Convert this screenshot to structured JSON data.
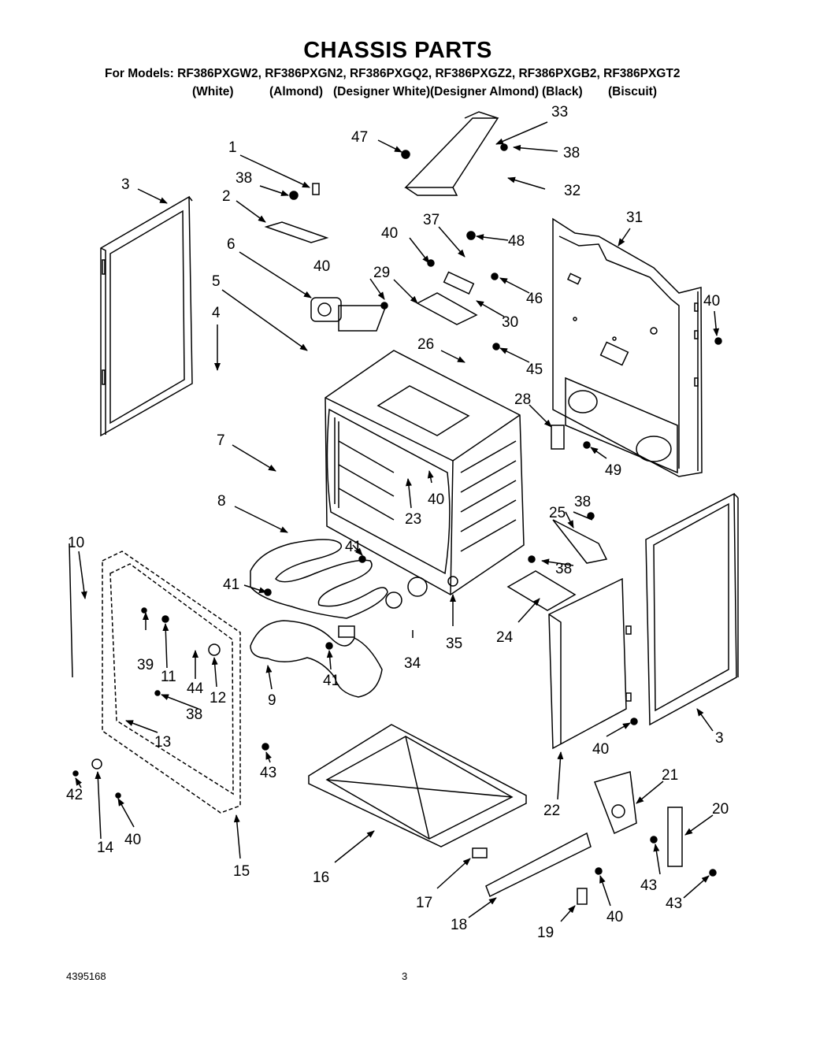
{
  "title": "CHASSIS PARTS",
  "models_line": "For Models: RF386PXGW2, RF386PXGN2, RF386PXGQ2, RF386PXGZ2, RF386PXGB2, RF386PXGT2",
  "model_colors": [
    "(White)",
    "(Almond)",
    "(Designer White)",
    "(Designer Almond)",
    "(Black)",
    "(Biscuit)"
  ],
  "parts": [
    {
      "id": "p1",
      "label": "1"
    },
    {
      "id": "p2",
      "label": "2"
    },
    {
      "id": "p3a",
      "label": "3"
    },
    {
      "id": "p3b",
      "label": "3"
    },
    {
      "id": "p4",
      "label": "4"
    },
    {
      "id": "p5",
      "label": "5"
    },
    {
      "id": "p6",
      "label": "6"
    },
    {
      "id": "p7",
      "label": "7"
    },
    {
      "id": "p8",
      "label": "8"
    },
    {
      "id": "p9",
      "label": "9"
    },
    {
      "id": "p10",
      "label": "10"
    },
    {
      "id": "p11",
      "label": "11"
    },
    {
      "id": "p12",
      "label": "12"
    },
    {
      "id": "p13",
      "label": "13"
    },
    {
      "id": "p14",
      "label": "14"
    },
    {
      "id": "p15",
      "label": "15"
    },
    {
      "id": "p16",
      "label": "16"
    },
    {
      "id": "p17",
      "label": "17"
    },
    {
      "id": "p18",
      "label": "18"
    },
    {
      "id": "p19",
      "label": "19"
    },
    {
      "id": "p20",
      "label": "20"
    },
    {
      "id": "p21",
      "label": "21"
    },
    {
      "id": "p22",
      "label": "22"
    },
    {
      "id": "p23",
      "label": "23"
    },
    {
      "id": "p24",
      "label": "24"
    },
    {
      "id": "p25",
      "label": "25"
    },
    {
      "id": "p26",
      "label": "26"
    },
    {
      "id": "p28",
      "label": "28"
    },
    {
      "id": "p29",
      "label": "29"
    },
    {
      "id": "p30",
      "label": "30"
    },
    {
      "id": "p31",
      "label": "31"
    },
    {
      "id": "p32",
      "label": "32"
    },
    {
      "id": "p33",
      "label": "33"
    },
    {
      "id": "p34",
      "label": "34"
    },
    {
      "id": "p35",
      "label": "35"
    },
    {
      "id": "p37",
      "label": "37"
    },
    {
      "id": "p38a",
      "label": "38"
    },
    {
      "id": "p38b",
      "label": "38"
    },
    {
      "id": "p38c",
      "label": "38"
    },
    {
      "id": "p38d",
      "label": "38"
    },
    {
      "id": "p38e",
      "label": "38"
    },
    {
      "id": "p39",
      "label": "39"
    },
    {
      "id": "p40a",
      "label": "40"
    },
    {
      "id": "p40b",
      "label": "40"
    },
    {
      "id": "p40c",
      "label": "40"
    },
    {
      "id": "p40d",
      "label": "40"
    },
    {
      "id": "p40e",
      "label": "40"
    },
    {
      "id": "p40f",
      "label": "40"
    },
    {
      "id": "p40g",
      "label": "40"
    },
    {
      "id": "p41a",
      "label": "41"
    },
    {
      "id": "p41b",
      "label": "41"
    },
    {
      "id": "p41c",
      "label": "41"
    },
    {
      "id": "p42",
      "label": "42"
    },
    {
      "id": "p43a",
      "label": "43"
    },
    {
      "id": "p43b",
      "label": "43"
    },
    {
      "id": "p43c",
      "label": "43"
    },
    {
      "id": "p44",
      "label": "44"
    },
    {
      "id": "p45",
      "label": "45"
    },
    {
      "id": "p46",
      "label": "46"
    },
    {
      "id": "p47",
      "label": "47"
    },
    {
      "id": "p48",
      "label": "48"
    },
    {
      "id": "p49",
      "label": "49"
    }
  ],
  "footer": {
    "doc_number": "4395168",
    "page_number": "3"
  }
}
